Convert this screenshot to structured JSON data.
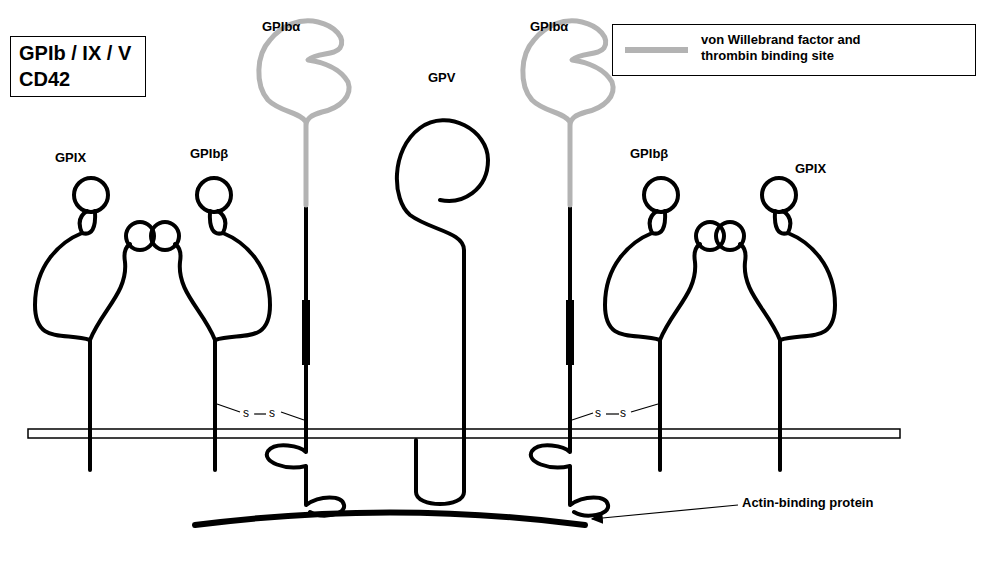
{
  "diagram": {
    "title": "GPIb / IX / V CD42",
    "labels": [
      "GPIbα",
      "GPIbα",
      "GPV",
      "GPIX",
      "GPIbβ",
      "GPIbβ",
      "GPIX",
      "s",
      "s",
      "s",
      "s",
      "Actin-binding protein"
    ],
    "legend": [
      {
        "text": "von Willebrand factor and thrombin binding site"
      }
    ]
  }
}
